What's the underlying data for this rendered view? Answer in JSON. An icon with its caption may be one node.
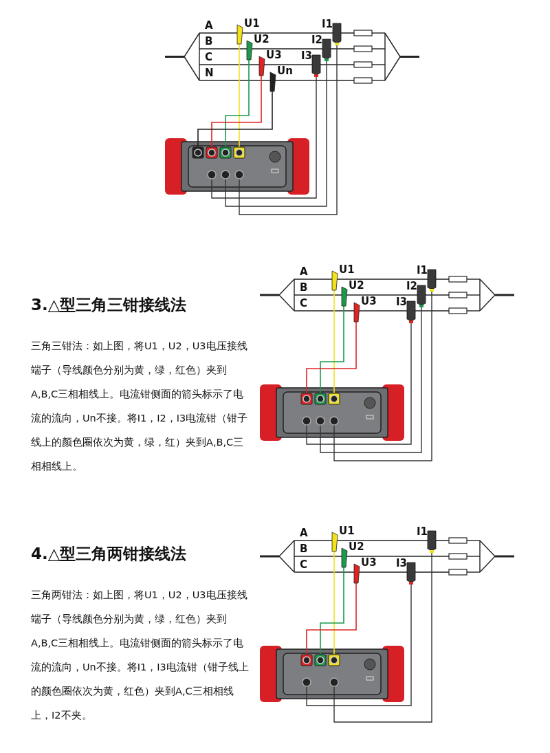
{
  "diagram": {
    "labels": [
      "A",
      "U1",
      "I1",
      "B",
      "U2",
      "I2",
      "C",
      "U3",
      "I3",
      "N",
      "Un",
      "3.△型三角三钳接线法",
      "A",
      "U1",
      "I1",
      "B",
      "U2",
      "I2",
      "C",
      "U3",
      "I3",
      "三角三钳法：如上图，将U1，U2，U3电压接线端子（导线颜色分别为黄，绿，红色）夹到A,B,C三相相线上。电流钳侧面的箭头标示了电流的流向，Un不接。将I1，I2，I3电流钳（钳子线上的颜色圈依次为黄，绿，红）夹到A,B,C三相相线上。",
      "4.△型三角两钳接线法",
      "A",
      "U1",
      "I1",
      "B",
      "U2",
      "C",
      "U3",
      "I3",
      "三角两钳法：如上图，将U1，U2，U3电压接线端子（导线颜色分别为黄，绿，红色）夹到A,B,C三相相线上。电流钳侧面的箭头标示了电流的流向，Un不接。将I1，I3电流钳（钳子线上的颜色圈依次为黄，红色）夹到A,C三相相线上，I2不夹。"
    ]
  }
}
